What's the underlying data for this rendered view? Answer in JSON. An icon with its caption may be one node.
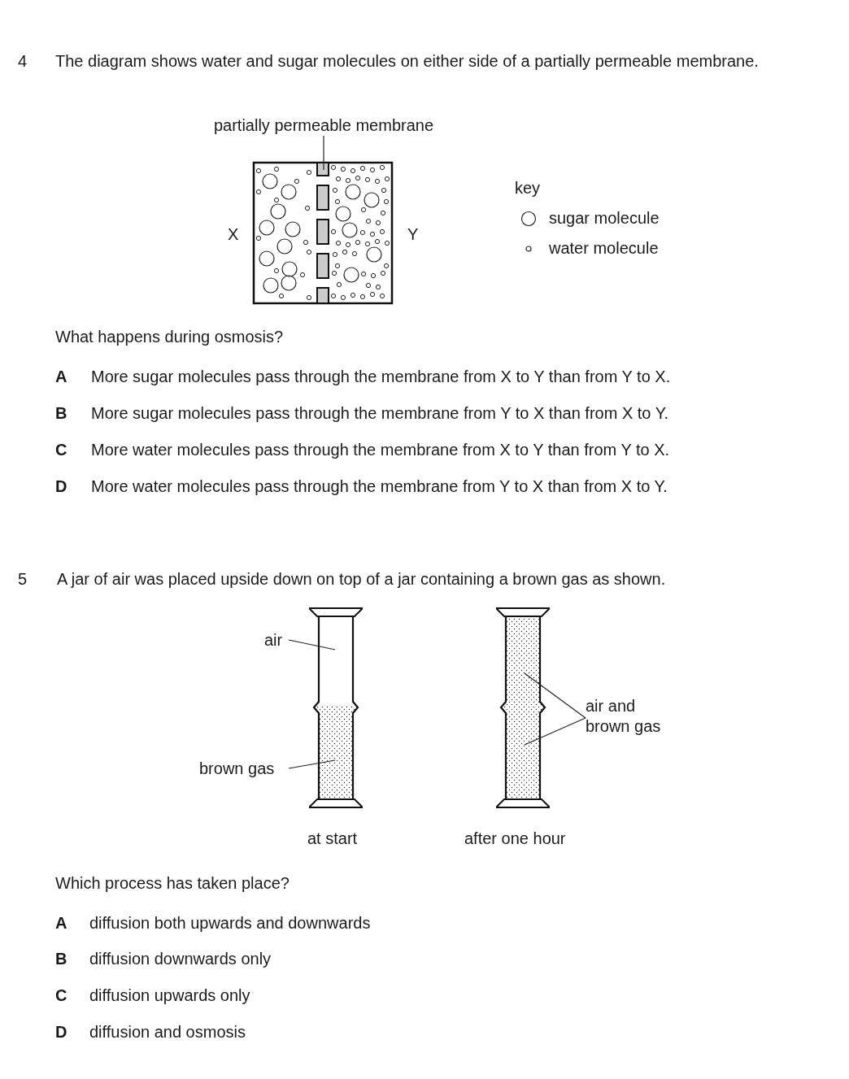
{
  "diagram": {
    "nodes": [
      {
        "text": [
          "partially permeable membrane"
        ]
      },
      {
        "text": [
          "air"
        ]
      },
      {
        "text": [
          "brown gas"
        ]
      },
      {
        "text": [
          "air and brown gas"
        ]
      }
    ],
    "edges": [
      {
        "from": 0,
        "to": null,
        "arrow": "none"
      },
      {
        "from": 1,
        "to": null,
        "arrow": "none"
      },
      {
        "from": 2,
        "to": null,
        "arrow": "none"
      },
      {
        "from": 3,
        "to": null,
        "arrow": "none"
      },
      {
        "from": 3,
        "to": null,
        "arrow": "none"
      }
    ],
    "labels": [
      "4",
      "The diagram shows water and sugar molecules on either side of a partially permeable membrane.",
      "X",
      "Y",
      "key",
      "What happens during osmosis?",
      "A",
      "More sugar molecules pass through the membrane from X to Y than from Y to X.",
      "B",
      "More sugar molecules pass through the membrane from Y to X than from X to Y.",
      "C",
      "More water molecules pass through the membrane from X to Y than from Y to X.",
      "D",
      "More water molecules pass through the membrane from Y to X than from X to Y.",
      "5",
      "A jar of air was placed upside down on top of a jar containing a brown gas as shown.",
      "at start",
      "after one hour",
      "Which process has taken place?",
      "A",
      "diffusion both upwards and downwards",
      "B",
      "diffusion downwards only",
      "C",
      "diffusion upwards only",
      "D",
      "diffusion and osmosis"
    ],
    "legend": [
      {
        "text": "sugar molecule"
      },
      {
        "text": "water molecule"
      }
    ]
  }
}
